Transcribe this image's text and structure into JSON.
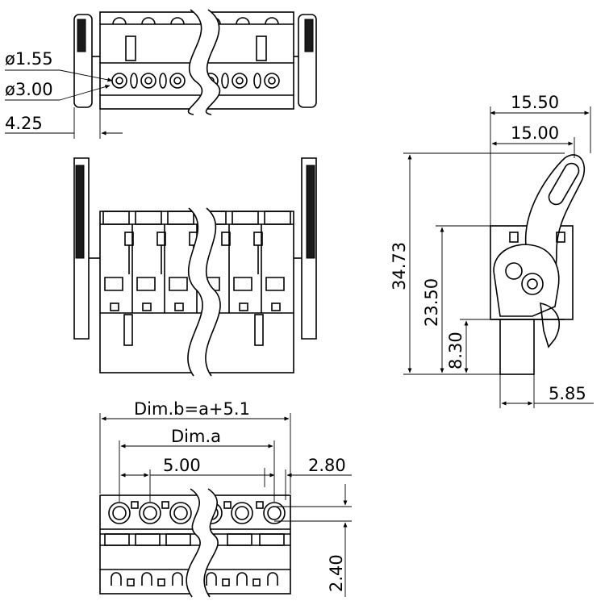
{
  "labels": {
    "d_small": "ø1.55",
    "d_large": "ø3.00",
    "offset_top": "4.25",
    "width_outer": "15.50",
    "width_inner": "15.00",
    "height_total": "34.73",
    "height_body": "23.50",
    "height_pin": "8.30",
    "pin_offset": "5.85",
    "dim_b": "Dim.b=a+5.1",
    "dim_a": "Dim.a",
    "pitch": "5.00",
    "edge": "2.80",
    "height_bottom": "2.40"
  },
  "colors": {
    "line": "#000000",
    "background": "#ffffff",
    "dark_fill": "#1a1a1a"
  }
}
